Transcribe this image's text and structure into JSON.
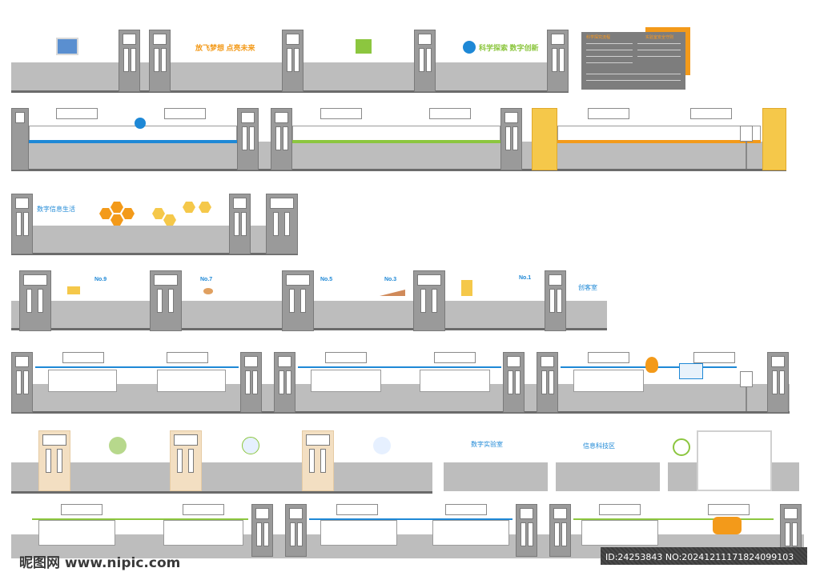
{
  "row1": {
    "slogan_1": "放飞梦想 点亮未来",
    "slogan_2": "科学探索 数字创新",
    "panel_title_left": "科学探究流程",
    "panel_title_right": "实验室安全守则"
  },
  "row3": {
    "title": "数字信息生活"
  },
  "row4": {
    "no_9": "No.9",
    "no_7": "No.7",
    "no_5": "No.5",
    "no_3": "No.3",
    "no_1": "No.1",
    "badge": "创客室"
  },
  "row6": {
    "title_1": "数字实验室",
    "title_2": "信息科技区"
  },
  "watermark": {
    "site": "昵图网 www.nipic.com",
    "id_text": "ID:24253843 NO:20241211171824099103"
  },
  "colors": {
    "wall_gray": "#bdbdbd",
    "door_gray": "#9a9a9a",
    "accent_orange": "#f39a1a",
    "accent_blue": "#1e88d6",
    "accent_green": "#8cc63f",
    "accent_yellow": "#f5c84a",
    "beige_door": "#f3dfc2"
  }
}
